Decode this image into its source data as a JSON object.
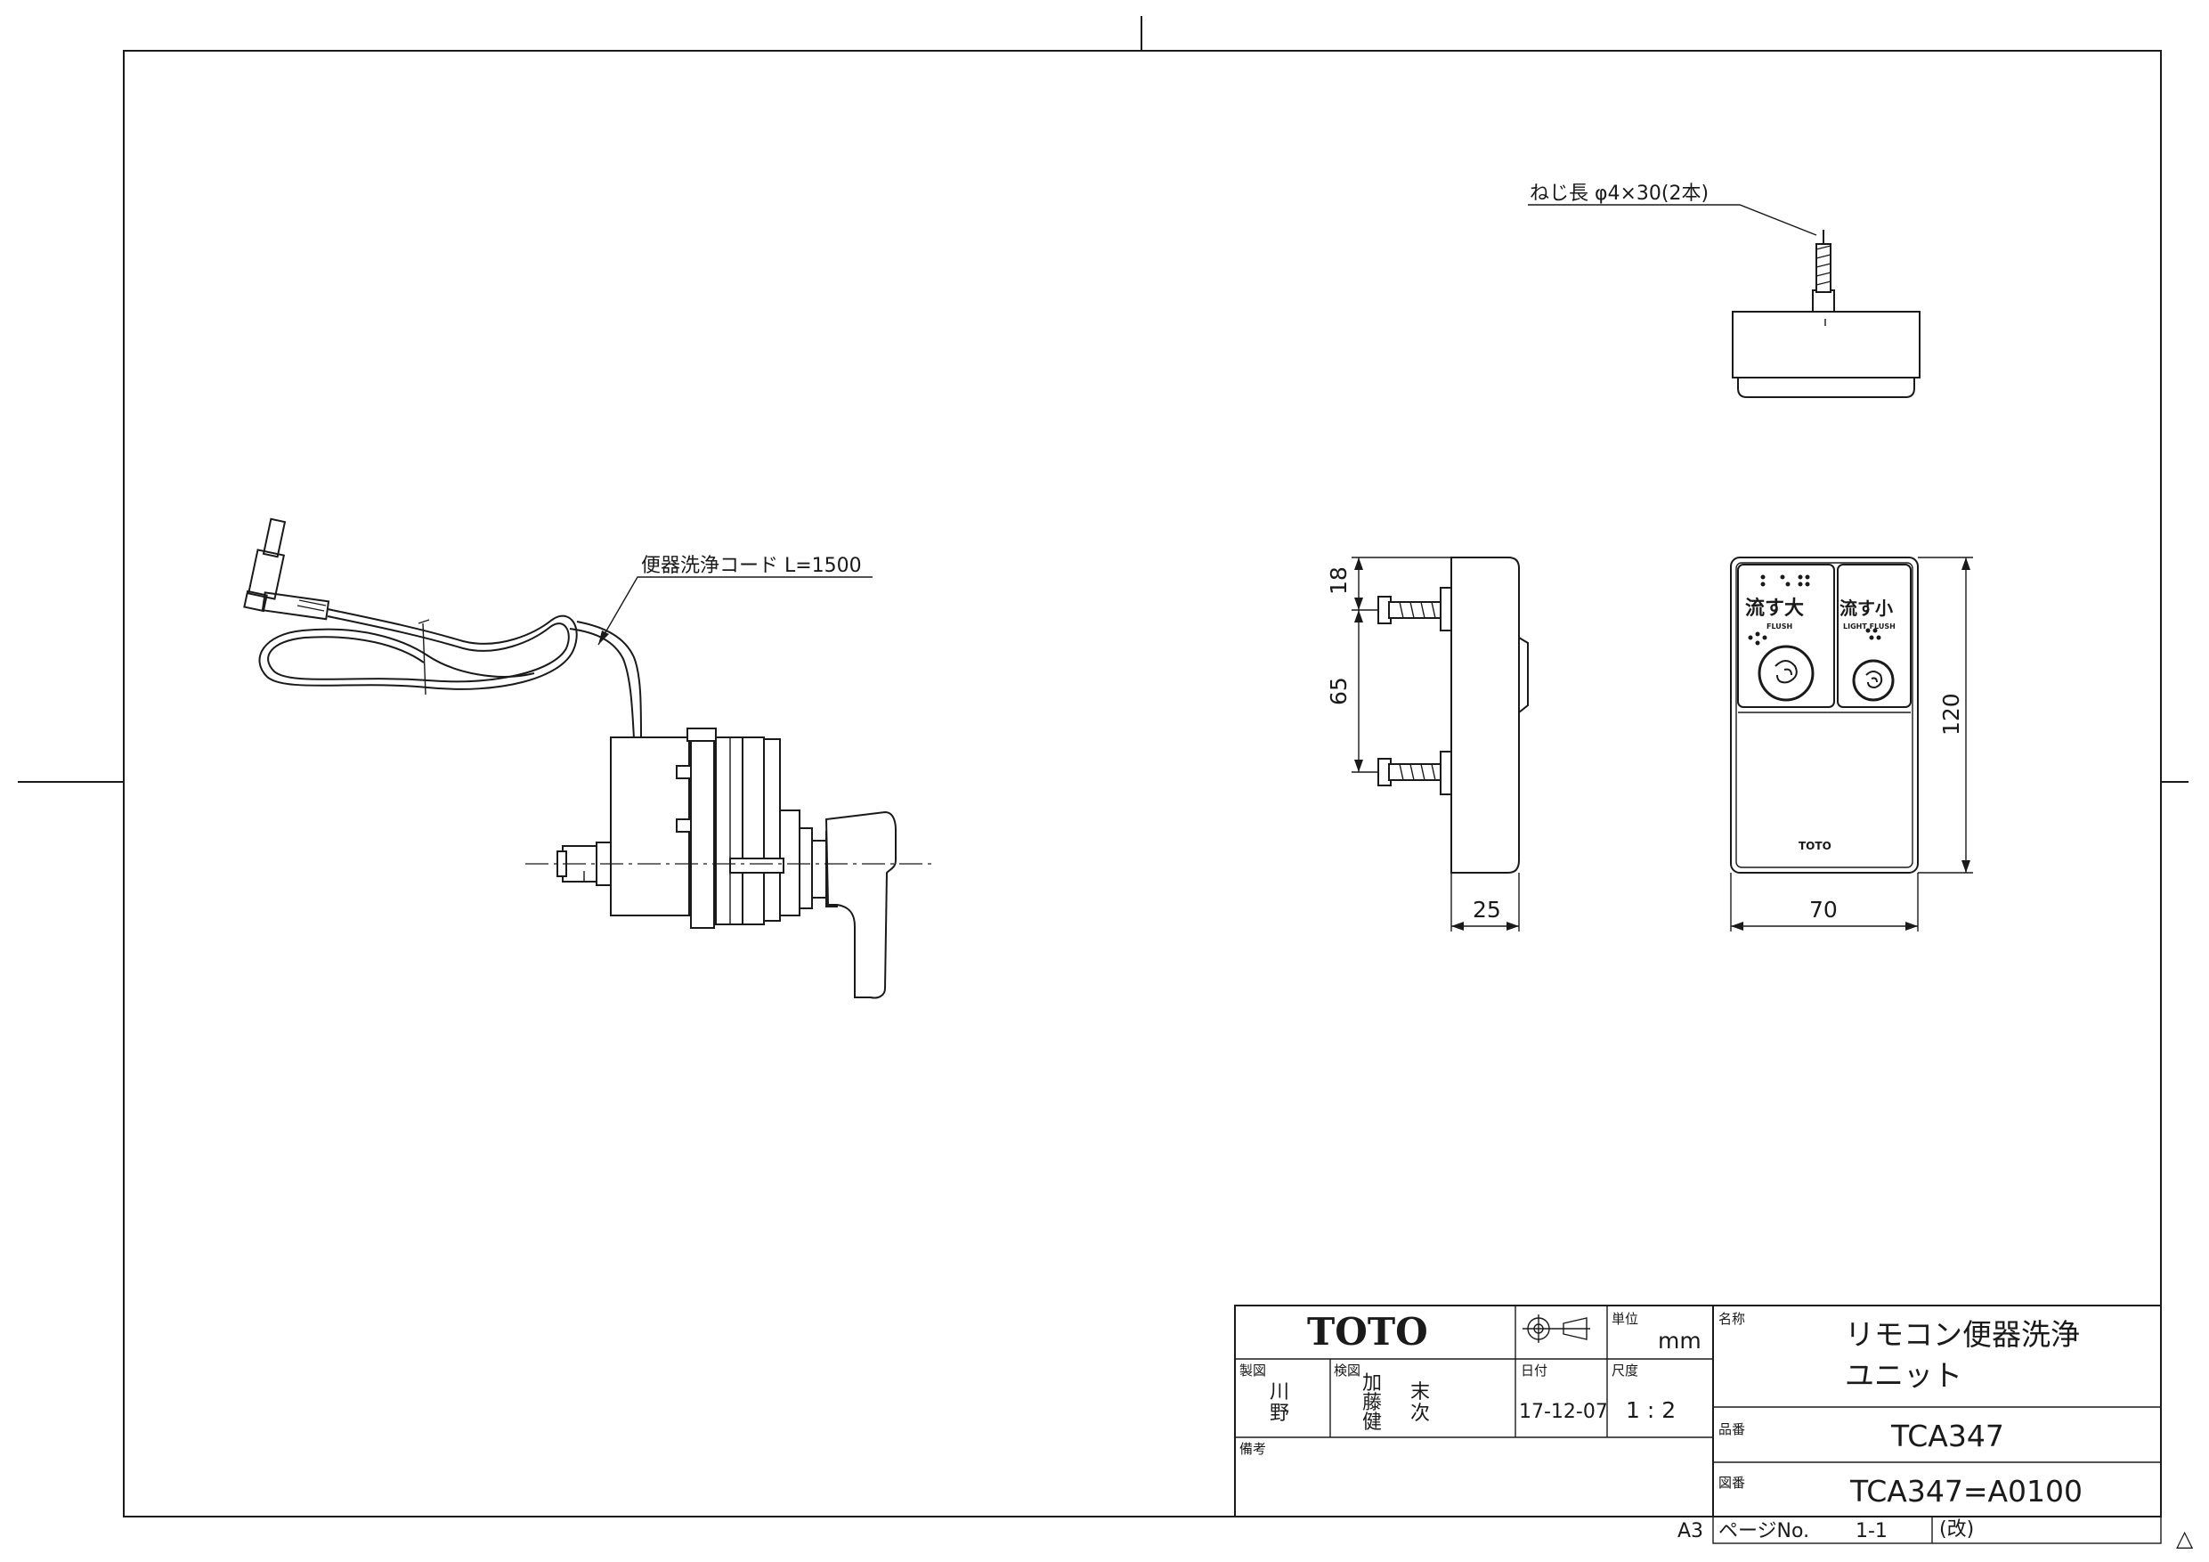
{
  "annotations": {
    "screw": "ねじ長 φ4×30(2本)",
    "cord": "便器洗浄コード L=1500"
  },
  "dimensions": {
    "d18": "18",
    "d65": "65",
    "d25": "25",
    "d70": "70",
    "d120": "120"
  },
  "panel": {
    "big_label": "流す大",
    "big_sub": "FLUSH",
    "small_label": "流す小",
    "small_sub": "LIGHT FLUSH",
    "brand": "TOTO"
  },
  "title_block": {
    "logo": "TOTO",
    "unit_label": "単位",
    "unit_value": "mm",
    "drawn_label": "製図",
    "drawn_names": [
      "川",
      "野"
    ],
    "checked_label": "検図",
    "checked_names": [
      "加",
      "藤",
      "健",
      "末",
      "次"
    ],
    "date_label": "日付",
    "date_value": "17-12-07",
    "scale_label": "尺度",
    "scale_value": "1 : 2",
    "remarks_label": "備考",
    "name_label": "名称",
    "name_line1": "リモコン便器洗浄",
    "name_line2": "ユニット",
    "part_label": "品番",
    "part_value": "TCA347",
    "drawing_label": "図番",
    "drawing_value": "TCA347=A0100",
    "sheet_size": "A3",
    "page_label": "ページNo.",
    "page_value": "1-1",
    "rev_label": "(改)",
    "rev_symbol": "△"
  }
}
